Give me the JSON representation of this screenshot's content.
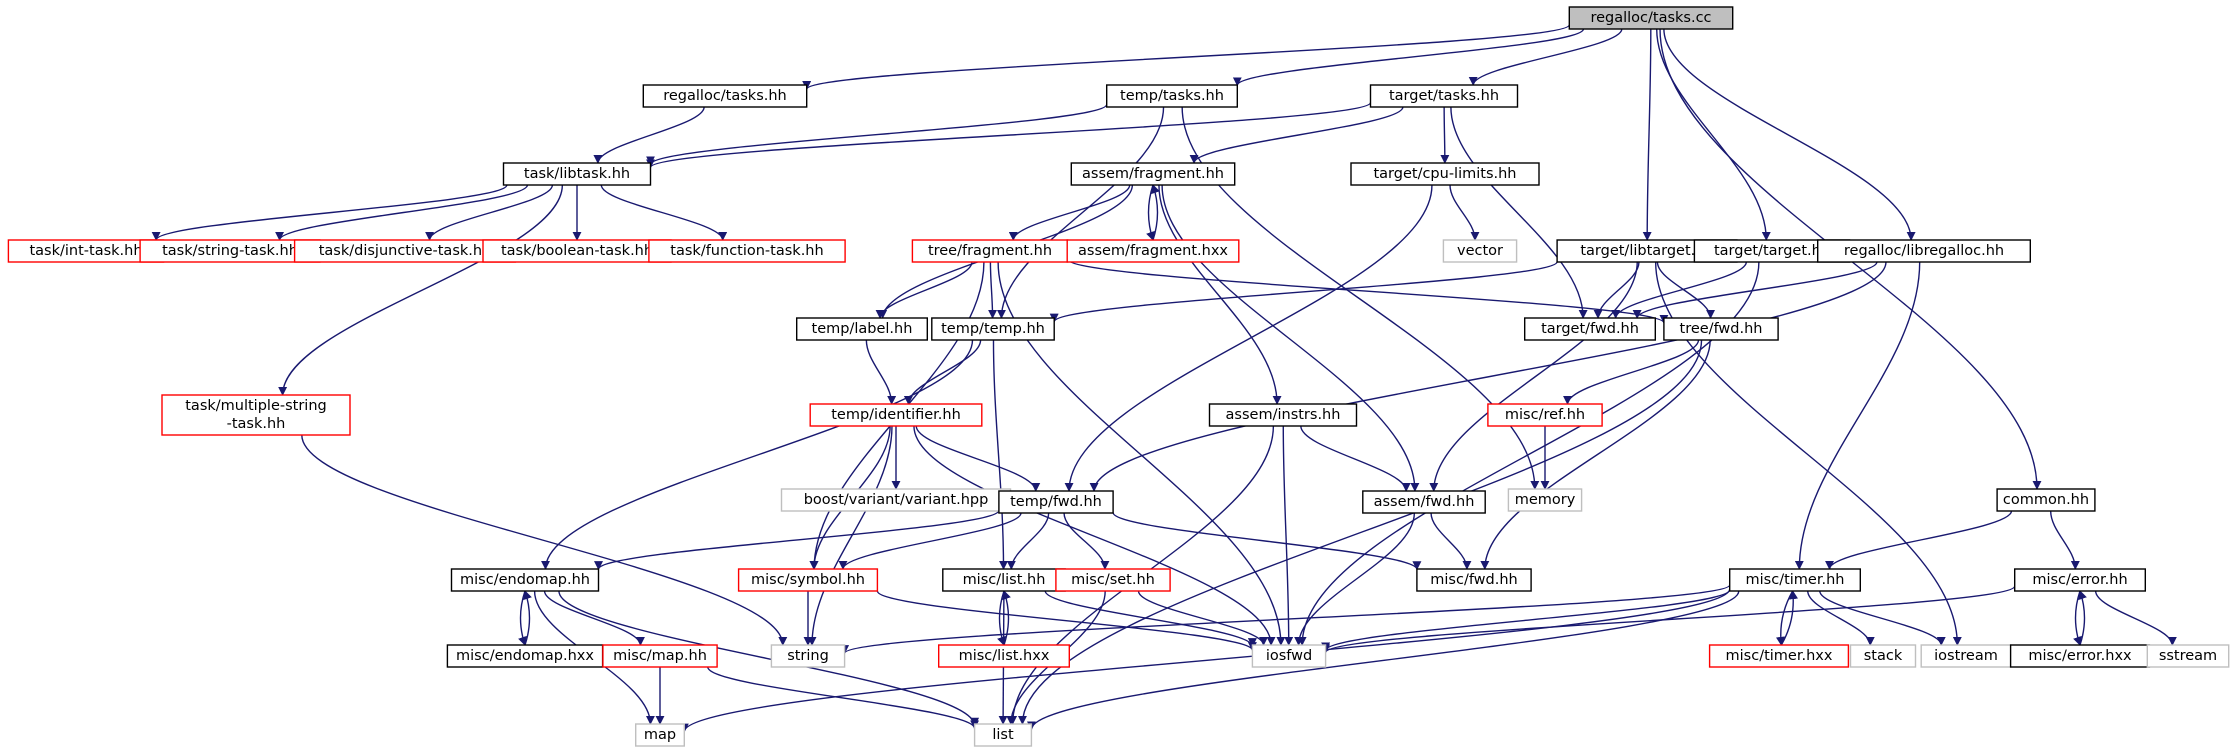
{
  "graph_title": "regalloc/tasks.cc",
  "colors": {
    "edge": "#191970",
    "root_fill": "#bfbfbf",
    "box_black": "#000000",
    "box_red": "#ff0000",
    "box_gray": "#bfbfbf"
  },
  "nodes": {
    "root": {
      "label": "regalloc/tasks.cc",
      "style": "root"
    },
    "regalloc_tasks": {
      "label": "regalloc/tasks.hh",
      "style": "black"
    },
    "temp_tasks": {
      "label": "temp/tasks.hh",
      "style": "black"
    },
    "target_tasks": {
      "label": "target/tasks.hh",
      "style": "black"
    },
    "task_libtask": {
      "label": "task/libtask.hh",
      "style": "black"
    },
    "assem_fragment": {
      "label": "assem/fragment.hh",
      "style": "black"
    },
    "target_cpu_limits": {
      "label": "target/cpu-limits.hh",
      "style": "black"
    },
    "int_task": {
      "label": "task/int-task.hh",
      "style": "red"
    },
    "string_task": {
      "label": "task/string-task.hh",
      "style": "red"
    },
    "disjunctive_task": {
      "label": "task/disjunctive-task.hh",
      "style": "red"
    },
    "boolean_task": {
      "label": "task/boolean-task.hh",
      "style": "red"
    },
    "function_task": {
      "label": "task/function-task.hh",
      "style": "red"
    },
    "tree_fragment": {
      "label": "tree/fragment.hh",
      "style": "red"
    },
    "assem_fragment_hxx": {
      "label": "assem/fragment.hxx",
      "style": "red"
    },
    "vector": {
      "label": "vector",
      "style": "gray"
    },
    "target_libtarget": {
      "label": "target/libtarget.hh",
      "style": "black"
    },
    "target_target": {
      "label": "target/target.hh",
      "style": "black"
    },
    "regalloc_libregalloc": {
      "label": "regalloc/libregalloc.hh",
      "style": "black"
    },
    "temp_label": {
      "label": "temp/label.hh",
      "style": "black"
    },
    "temp_temp": {
      "label": "temp/temp.hh",
      "style": "black"
    },
    "target_fwd": {
      "label": "target/fwd.hh",
      "style": "black"
    },
    "tree_fwd": {
      "label": "tree/fwd.hh",
      "style": "black"
    },
    "multiple_string_task": {
      "label1": "task/multiple-string",
      "label2": "-task.hh",
      "style": "red"
    },
    "temp_identifier": {
      "label": "temp/identifier.hh",
      "style": "red"
    },
    "assem_instrs": {
      "label": "assem/instrs.hh",
      "style": "black"
    },
    "misc_ref": {
      "label": "misc/ref.hh",
      "style": "red"
    },
    "boost_variant": {
      "label": "boost/variant/variant.hpp",
      "style": "gray"
    },
    "memory": {
      "label": "memory",
      "style": "gray"
    },
    "common": {
      "label": "common.hh",
      "style": "black"
    },
    "temp_fwd": {
      "label": "temp/fwd.hh",
      "style": "black"
    },
    "assem_fwd": {
      "label": "assem/fwd.hh",
      "style": "black"
    },
    "misc_endomap": {
      "label": "misc/endomap.hh",
      "style": "black"
    },
    "misc_symbol": {
      "label": "misc/symbol.hh",
      "style": "red"
    },
    "misc_list": {
      "label": "misc/list.hh",
      "style": "black"
    },
    "misc_set": {
      "label": "misc/set.hh",
      "style": "red"
    },
    "misc_fwd": {
      "label": "misc/fwd.hh",
      "style": "black"
    },
    "misc_timer": {
      "label": "misc/timer.hh",
      "style": "black"
    },
    "misc_error": {
      "label": "misc/error.hh",
      "style": "black"
    },
    "misc_endomap_hxx": {
      "label": "misc/endomap.hxx",
      "style": "black"
    },
    "misc_map": {
      "label": "misc/map.hh",
      "style": "red"
    },
    "string": {
      "label": "string",
      "style": "gray"
    },
    "misc_list_hxx": {
      "label": "misc/list.hxx",
      "style": "red"
    },
    "iosfwd": {
      "label": "iosfwd",
      "style": "gray"
    },
    "misc_timer_hxx": {
      "label": "misc/timer.hxx",
      "style": "red"
    },
    "stack": {
      "label": "stack",
      "style": "gray"
    },
    "iostream": {
      "label": "iostream",
      "style": "gray"
    },
    "misc_error_hxx": {
      "label": "misc/error.hxx",
      "style": "black"
    },
    "sstream": {
      "label": "sstream",
      "style": "gray"
    },
    "map": {
      "label": "map",
      "style": "gray"
    },
    "list": {
      "label": "list",
      "style": "gray"
    }
  },
  "edges": [
    [
      "root",
      "regalloc_tasks"
    ],
    [
      "root",
      "temp_tasks"
    ],
    [
      "root",
      "target_tasks"
    ],
    [
      "root",
      "target_libtarget"
    ],
    [
      "root",
      "target_target"
    ],
    [
      "root",
      "regalloc_libregalloc"
    ],
    [
      "root",
      "common"
    ],
    [
      "regalloc_tasks",
      "task_libtask"
    ],
    [
      "temp_tasks",
      "task_libtask"
    ],
    [
      "temp_tasks",
      "temp_temp"
    ],
    [
      "temp_tasks",
      "memory"
    ],
    [
      "target_tasks",
      "task_libtask"
    ],
    [
      "target_tasks",
      "assem_fragment"
    ],
    [
      "target_tasks",
      "target_cpu_limits"
    ],
    [
      "target_tasks",
      "target_fwd"
    ],
    [
      "task_libtask",
      "int_task"
    ],
    [
      "task_libtask",
      "string_task"
    ],
    [
      "task_libtask",
      "disjunctive_task"
    ],
    [
      "task_libtask",
      "boolean_task"
    ],
    [
      "task_libtask",
      "function_task"
    ],
    [
      "task_libtask",
      "multiple_string_task"
    ],
    [
      "assem_fragment",
      "tree_fragment"
    ],
    [
      "assem_fragment",
      "assem_fragment_hxx"
    ],
    [
      "assem_fragment_hxx",
      "assem_fragment"
    ],
    [
      "assem_fragment",
      "temp_label"
    ],
    [
      "assem_fragment",
      "assem_instrs"
    ],
    [
      "assem_fragment",
      "assem_fwd"
    ],
    [
      "target_cpu_limits",
      "vector"
    ],
    [
      "target_cpu_limits",
      "temp_fwd"
    ],
    [
      "tree_fragment",
      "temp_label"
    ],
    [
      "tree_fragment",
      "temp_temp"
    ],
    [
      "tree_fragment",
      "tree_fwd"
    ],
    [
      "tree_fragment",
      "misc_symbol"
    ],
    [
      "tree_fragment",
      "iosfwd"
    ],
    [
      "target_libtarget",
      "temp_temp"
    ],
    [
      "target_libtarget",
      "target_fwd"
    ],
    [
      "target_libtarget",
      "tree_fwd"
    ],
    [
      "target_libtarget",
      "assem_fwd"
    ],
    [
      "target_libtarget",
      "iostream"
    ],
    [
      "target_target",
      "target_fwd"
    ],
    [
      "target_target",
      "iosfwd"
    ],
    [
      "regalloc_libregalloc",
      "target_fwd"
    ],
    [
      "regalloc_libregalloc",
      "temp_fwd"
    ],
    [
      "regalloc_libregalloc",
      "misc_timer"
    ],
    [
      "temp_label",
      "temp_identifier"
    ],
    [
      "temp_temp",
      "temp_identifier"
    ],
    [
      "temp_temp",
      "misc_endomap"
    ],
    [
      "temp_temp",
      "misc_list"
    ],
    [
      "tree_fwd",
      "misc_ref"
    ],
    [
      "tree_fwd",
      "misc_fwd"
    ],
    [
      "tree_fwd",
      "list"
    ],
    [
      "multiple_string_task",
      "string"
    ],
    [
      "temp_identifier",
      "boost_variant"
    ],
    [
      "temp_identifier",
      "temp_fwd"
    ],
    [
      "temp_identifier",
      "misc_symbol"
    ],
    [
      "temp_identifier",
      "string"
    ],
    [
      "temp_identifier",
      "iosfwd"
    ],
    [
      "assem_instrs",
      "assem_fwd"
    ],
    [
      "assem_instrs",
      "iosfwd"
    ],
    [
      "assem_instrs",
      "list"
    ],
    [
      "misc_ref",
      "memory"
    ],
    [
      "common",
      "misc_timer"
    ],
    [
      "common",
      "misc_error"
    ],
    [
      "temp_fwd",
      "misc_endomap"
    ],
    [
      "temp_fwd",
      "misc_symbol"
    ],
    [
      "temp_fwd",
      "misc_list"
    ],
    [
      "temp_fwd",
      "misc_set"
    ],
    [
      "temp_fwd",
      "misc_fwd"
    ],
    [
      "assem_fwd",
      "misc_fwd"
    ],
    [
      "assem_fwd",
      "iosfwd"
    ],
    [
      "misc_endomap",
      "misc_endomap_hxx"
    ],
    [
      "misc_endomap_hxx",
      "misc_endomap"
    ],
    [
      "misc_endomap",
      "misc_map"
    ],
    [
      "misc_endomap",
      "map"
    ],
    [
      "misc_endomap",
      "list"
    ],
    [
      "misc_symbol",
      "string"
    ],
    [
      "misc_symbol",
      "iosfwd"
    ],
    [
      "misc_list",
      "misc_list_hxx"
    ],
    [
      "misc_list_hxx",
      "misc_list"
    ],
    [
      "misc_list",
      "list"
    ],
    [
      "misc_list",
      "iosfwd"
    ],
    [
      "misc_set",
      "iosfwd"
    ],
    [
      "misc_set",
      "list"
    ],
    [
      "misc_timer",
      "string"
    ],
    [
      "misc_timer",
      "iosfwd"
    ],
    [
      "misc_timer",
      "misc_timer_hxx"
    ],
    [
      "misc_timer_hxx",
      "misc_timer"
    ],
    [
      "misc_timer",
      "stack"
    ],
    [
      "misc_timer",
      "iostream"
    ],
    [
      "misc_timer",
      "map"
    ],
    [
      "misc_timer",
      "list"
    ],
    [
      "misc_error",
      "misc_error_hxx"
    ],
    [
      "misc_error_hxx",
      "misc_error"
    ],
    [
      "misc_error",
      "sstream"
    ],
    [
      "misc_error",
      "iosfwd"
    ],
    [
      "misc_map",
      "map"
    ],
    [
      "misc_map",
      "list"
    ]
  ]
}
